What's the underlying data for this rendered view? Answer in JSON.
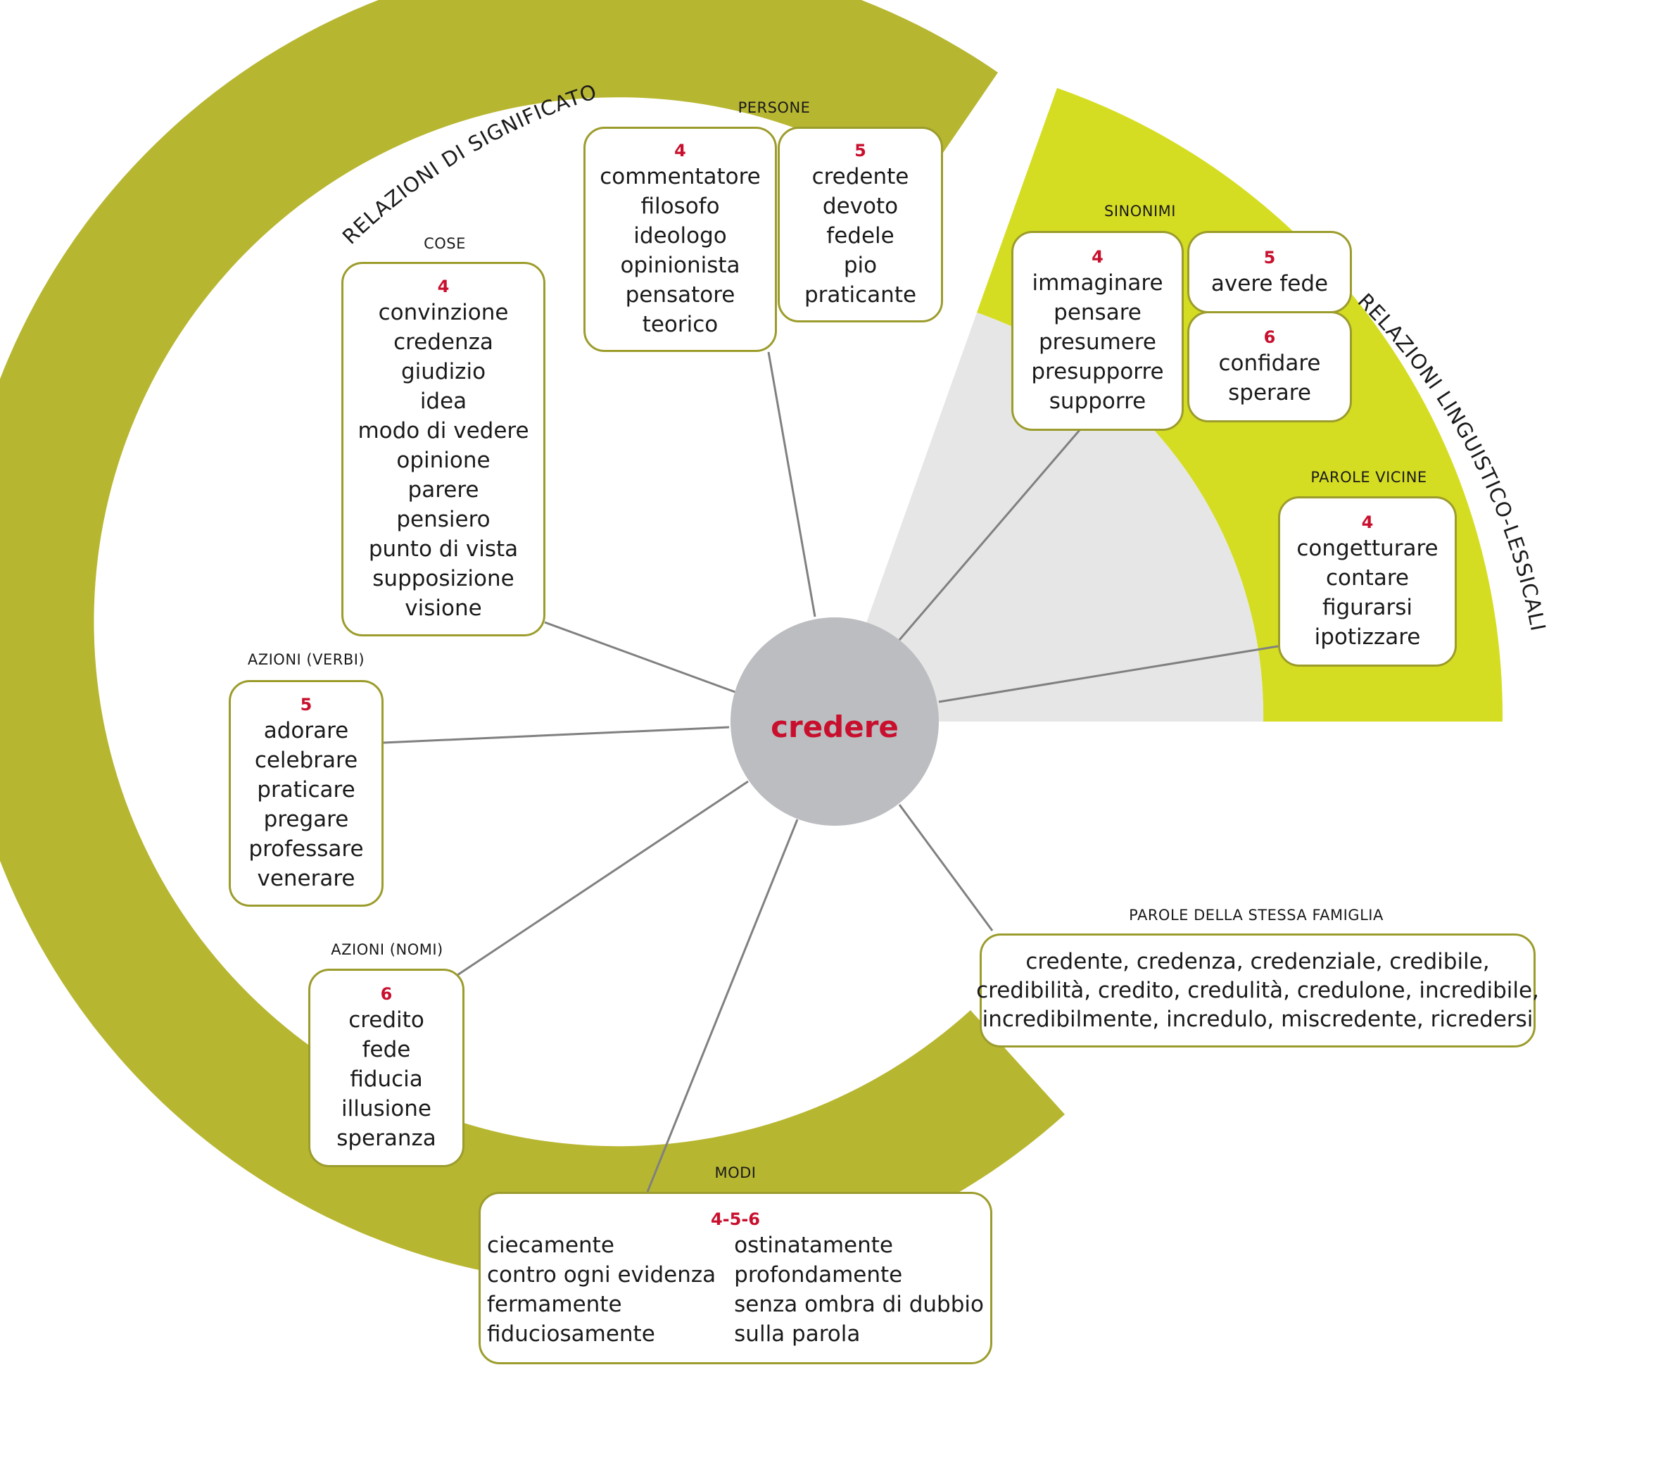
{
  "center_word": "credere",
  "sections": {
    "meaning": "RELAZIONI DI SIGNIFICATO",
    "lexical": "RELAZIONI LINGUISTICO-LESSICALI"
  },
  "colors": {
    "olive_band": "#b7b631",
    "lime_band": "#d5dd22",
    "grey_sector": "#e6e6e6",
    "center_circle": "#bcbdc0",
    "level_red": "#c8102e",
    "box_border": "#9c9c2c",
    "connector": "#808080"
  },
  "persone": {
    "label": "PERSONE",
    "box_a": {
      "level": "4",
      "words": [
        "commentatore",
        "filosofo",
        "ideologo",
        "opinionista",
        "pensatore",
        "teorico"
      ]
    },
    "box_b": {
      "level": "5",
      "words": [
        "credente",
        "devoto",
        "fedele",
        "pio",
        "praticante"
      ]
    }
  },
  "cose": {
    "label": "COSE",
    "box": {
      "level": "4",
      "words": [
        "convinzione",
        "credenza",
        "giudizio",
        "idea",
        "modo di vedere",
        "opinione",
        "parere",
        "pensiero",
        "punto di vista",
        "supposizione",
        "visione"
      ]
    }
  },
  "azioni_verbi": {
    "label": "AZIONI (VERBI)",
    "box": {
      "level": "5",
      "words": [
        "adorare",
        "celebrare",
        "praticare",
        "pregare",
        "professare",
        "venerare"
      ]
    }
  },
  "azioni_nomi": {
    "label": "AZIONI (NOMI)",
    "box": {
      "level": "6",
      "words": [
        "credito",
        "fede",
        "fiducia",
        "illusione",
        "speranza"
      ]
    }
  },
  "modi": {
    "label": "MODI",
    "box": {
      "level": "4-5-6",
      "col1": [
        "ciecamente",
        "contro ogni evidenza",
        "fermamente",
        "fiduciosamente"
      ],
      "col2": [
        "ostinatamente",
        "profondamente",
        "senza ombra di dubbio",
        "sulla parola"
      ]
    }
  },
  "sinonimi": {
    "label": "SINONIMI",
    "box_a": {
      "level": "4",
      "words": [
        "immaginare",
        "pensare",
        "presumere",
        "presupporre",
        "supporre"
      ]
    },
    "box_b": {
      "level": "5",
      "words": [
        "avere fede"
      ]
    },
    "box_c": {
      "level": "6",
      "words": [
        "confidare",
        "sperare"
      ]
    }
  },
  "parole_vicine": {
    "label": "PAROLE VICINE",
    "box": {
      "level": "4",
      "words": [
        "congetturare",
        "contare",
        "figurarsi",
        "ipotizzare"
      ]
    }
  },
  "famiglia": {
    "label": "PAROLE DELLA STESSA FAMIGLIA",
    "lines": [
      "credente, credenza, credenziale, credibile,",
      "credibilità, credito, credulità, credulone, incredibile,",
      "incredibilmente, incredulo, miscredente, ricredersi"
    ]
  }
}
